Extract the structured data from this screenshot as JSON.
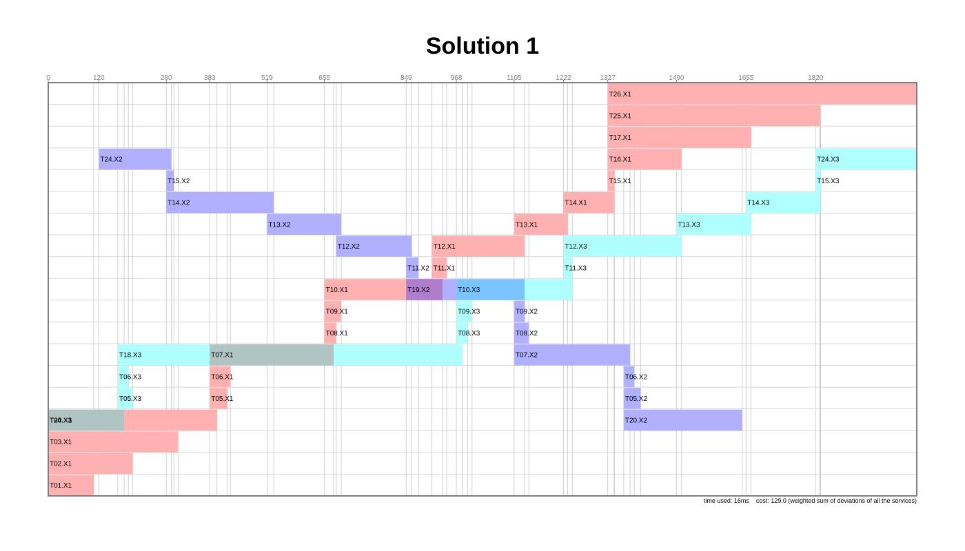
{
  "title": "Solution 1",
  "footer": {
    "time_used": "time used: 16ms",
    "cost": "cost: 129.0 (weighted sum of deviations of all the services)"
  },
  "colors": {
    "X1": "#ffb0b0",
    "X2": "#b0b0ff",
    "X3": "#b0ffff",
    "overlap_x1_x3": "#b0c4c4",
    "overlap_x1_x2": "#b07ccc",
    "overlap_x2_x3": "#7cc4ff"
  },
  "chart_data": {
    "type": "gantt",
    "title": "Solution 1",
    "x_ticks": [
      0,
      120,
      280,
      383,
      519,
      655,
      849,
      968,
      1105,
      1222,
      1327,
      1490,
      1655,
      1820
    ],
    "xlim": [
      0,
      2060
    ],
    "rows": [
      "T26",
      "T25",
      "T17",
      "T16",
      "T15",
      "T14",
      "T13",
      "T12",
      "T11",
      "T10",
      "T09",
      "T08",
      "T07",
      "T06",
      "T05",
      "T20",
      "T03",
      "T02",
      "T01"
    ],
    "tasks": [
      {
        "label": "T26.X1",
        "row": "T26",
        "server": "X1",
        "start": 1327,
        "end": 2060
      },
      {
        "label": "T25.X1",
        "row": "T25",
        "server": "X1",
        "start": 1327,
        "end": 1830
      },
      {
        "label": "T17.X1",
        "row": "T17",
        "server": "X1",
        "start": 1327,
        "end": 1667
      },
      {
        "label": "T16.X1",
        "row": "T16",
        "server": "X1",
        "start": 1327,
        "end": 1502
      },
      {
        "label": "T24.X2",
        "row": "T16",
        "server": "X2",
        "start": 120,
        "end": 292
      },
      {
        "label": "T24.X3",
        "row": "T16",
        "server": "X3",
        "start": 1820,
        "end": 2068
      },
      {
        "label": "T15.X1",
        "row": "T15",
        "server": "X1",
        "start": 1327,
        "end": 1343
      },
      {
        "label": "T15.X2",
        "row": "T15",
        "server": "X2",
        "start": 280,
        "end": 298
      },
      {
        "label": "T15.X3",
        "row": "T15",
        "server": "X3",
        "start": 1820,
        "end": 1832
      },
      {
        "label": "T14.X2",
        "row": "T14",
        "server": "X2",
        "start": 280,
        "end": 535
      },
      {
        "label": "T14.X1",
        "row": "T14",
        "server": "X1",
        "start": 1222,
        "end": 1342
      },
      {
        "label": "T14.X3",
        "row": "T14",
        "server": "X3",
        "start": 1655,
        "end": 1831
      },
      {
        "label": "T13.X2",
        "row": "T13",
        "server": "X2",
        "start": 519,
        "end": 695
      },
      {
        "label": "T13.X1",
        "row": "T13",
        "server": "X1",
        "start": 1105,
        "end": 1232
      },
      {
        "label": "T13.X3",
        "row": "T13",
        "server": "X3",
        "start": 1490,
        "end": 1667
      },
      {
        "label": "T12.X2",
        "row": "T12",
        "server": "X2",
        "start": 683,
        "end": 862
      },
      {
        "label": "T12.X1",
        "row": "T12",
        "server": "X1",
        "start": 910,
        "end": 1130
      },
      {
        "label": "T12.X3",
        "row": "T12",
        "server": "X3",
        "start": 1222,
        "end": 1502
      },
      {
        "label": "T11.X2",
        "row": "T11",
        "server": "X2",
        "start": 849,
        "end": 878
      },
      {
        "label": "T11.X1",
        "row": "T11",
        "server": "X1",
        "start": 910,
        "end": 945
      },
      {
        "label": "T11.X3",
        "row": "T11",
        "server": "X3",
        "start": 1222,
        "end": 1243
      },
      {
        "label": "T10.X1",
        "row": "T10",
        "server": "X1",
        "start": 655,
        "end": 935
      },
      {
        "label": "T19.X2",
        "row": "T10",
        "server": "X2",
        "start": 849,
        "end": 1130
      },
      {
        "label": "T10.X3",
        "row": "T10",
        "server": "X3",
        "start": 968,
        "end": 1243
      },
      {
        "label": "T09.X1",
        "row": "T09",
        "server": "X1",
        "start": 655,
        "end": 695
      },
      {
        "label": "T09.X3",
        "row": "T09",
        "server": "X3",
        "start": 968,
        "end": 1005
      },
      {
        "label": "T09.X2",
        "row": "T09",
        "server": "X2",
        "start": 1105,
        "end": 1130
      },
      {
        "label": "T08.X1",
        "row": "T08",
        "server": "X1",
        "start": 655,
        "end": 683
      },
      {
        "label": "T08.X3",
        "row": "T08",
        "server": "X3",
        "start": 968,
        "end": 995
      },
      {
        "label": "T08.X2",
        "row": "T08",
        "server": "X2",
        "start": 1105,
        "end": 1140
      },
      {
        "label": "T18.X3",
        "row": "T07",
        "server": "X3",
        "start": 165,
        "end": 982
      },
      {
        "label": "T07.X1",
        "row": "T07",
        "server": "X1",
        "start": 383,
        "end": 677
      },
      {
        "label": "T07.X2",
        "row": "T07",
        "server": "X2",
        "start": 1105,
        "end": 1380
      },
      {
        "label": "T06.X3",
        "row": "T06",
        "server": "X3",
        "start": 165,
        "end": 190
      },
      {
        "label": "T06.X1",
        "row": "T06",
        "server": "X1",
        "start": 383,
        "end": 432
      },
      {
        "label": "T06.X2",
        "row": "T06",
        "server": "X2",
        "start": 1365,
        "end": 1390
      },
      {
        "label": "T05.X3",
        "row": "T05",
        "server": "X3",
        "start": 165,
        "end": 200
      },
      {
        "label": "T05.X1",
        "row": "T05",
        "server": "X1",
        "start": 383,
        "end": 425
      },
      {
        "label": "T05.X2",
        "row": "T05",
        "server": "X2",
        "start": 1365,
        "end": 1405
      },
      {
        "label": "T04.X1",
        "row": "T20",
        "server": "X1",
        "start": 0,
        "end": 400
      },
      {
        "label": "T20.X3",
        "row": "T20",
        "server": "X3",
        "start": 0,
        "end": 180
      },
      {
        "label": "T20.X2",
        "row": "T20",
        "server": "X2",
        "start": 1365,
        "end": 1646
      },
      {
        "label": "T03.X1",
        "row": "T03",
        "server": "X1",
        "start": 0,
        "end": 308
      },
      {
        "label": "T02.X1",
        "row": "T02",
        "server": "X1",
        "start": 0,
        "end": 200
      },
      {
        "label": "T01.X1",
        "row": "T01",
        "server": "X1",
        "start": 0,
        "end": 108
      }
    ],
    "row_labels_shown": [
      {
        "row": "T20",
        "text": "T20.X3"
      }
    ],
    "overlaps": [
      {
        "row": "T07",
        "start": 383,
        "end": 677,
        "color_key": "overlap_x1_x3"
      },
      {
        "row": "T20",
        "start": 0,
        "end": 180,
        "color_key": "overlap_x1_x3"
      },
      {
        "row": "T10",
        "start": 849,
        "end": 935,
        "color_key": "overlap_x1_x2"
      },
      {
        "row": "T10",
        "start": 968,
        "end": 1130,
        "color_key": "overlap_x2_x3"
      }
    ]
  }
}
